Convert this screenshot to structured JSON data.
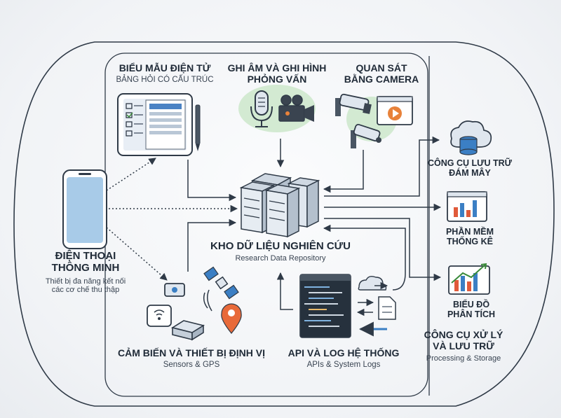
{
  "sources": {
    "forms": {
      "title": "BIỂU MẪU ĐIỆN TỬ",
      "subtitle": "BẢNG HỎI CÓ CẤU TRÚC"
    },
    "recording": {
      "title_line1": "GHI ÂM VÀ GHI HÌNH",
      "title_line2": "PHỎNG VẤN"
    },
    "camera": {
      "title_line1": "QUAN SÁT",
      "title_line2": "BẰNG CAMERA"
    },
    "phone": {
      "title_line1": "ĐIỆN THOẠI",
      "title_line2": "THÔNG MINH",
      "desc_line1": "Thiết bị đa năng kết nối",
      "desc_line2": "các cơ chế thu thập"
    },
    "sensors": {
      "title": "CẢM BIẾN VÀ THIẾT BỊ ĐỊNH VỊ",
      "subtitle": "Sensors & GPS"
    },
    "api": {
      "title": "API VÀ LOG HỆ THỐNG",
      "subtitle": "APIs & System Logs"
    }
  },
  "repository": {
    "title": "KHO DỮ LIỆU NGHIÊN CỨU",
    "subtitle": "Research Data Repository"
  },
  "tools": {
    "cloud": {
      "line1": "CÔNG CỤ LƯU TRỮ",
      "line2": "ĐÁM MÂY"
    },
    "stats": {
      "line1": "PHẦN MỀM",
      "line2": "THỐNG KÊ"
    },
    "chart": {
      "line1": "BIỂU ĐỒ",
      "line2": "PHÂN TÍCH"
    },
    "group": {
      "line1": "CÔNG CỤ XỬ LÝ",
      "line2": "VÀ LƯU TRỮ",
      "subtitle": "Processing & Storage"
    }
  },
  "colors": {
    "line": "#2f3a47",
    "icon_fill": "#dfe6ee",
    "accent_blue": "#3b7fc4",
    "accent_green": "#d3ead2",
    "accent_red": "#e05a3a",
    "accent_orange": "#e8823a"
  }
}
